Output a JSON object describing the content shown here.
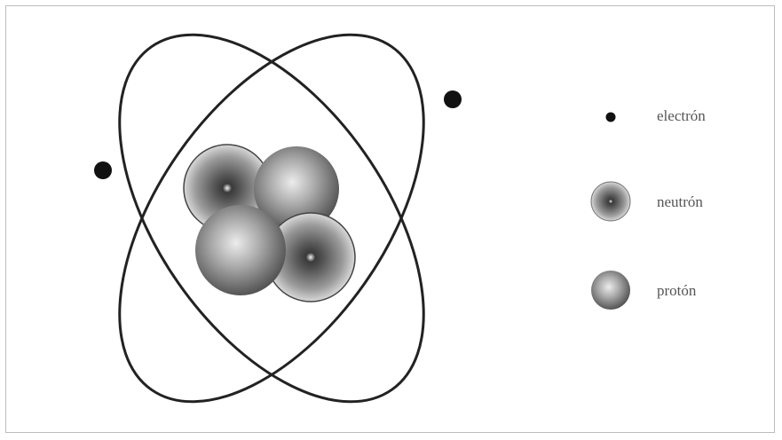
{
  "legend": {
    "electron": {
      "label": "electrón",
      "icon": "electron-dot"
    },
    "neutron": {
      "label": "neutrón",
      "icon": "neutron-sphere"
    },
    "proton": {
      "label": "protón",
      "icon": "proton-sphere"
    }
  },
  "colors": {
    "orbit": "#222222",
    "electron": "#111111",
    "sphere_light": "#e8e8e8",
    "sphere_dark": "#4a4a4a",
    "neutron_core": "#2f2f2f",
    "label_text": "#555555",
    "frame_border": "#bdbdbd"
  }
}
